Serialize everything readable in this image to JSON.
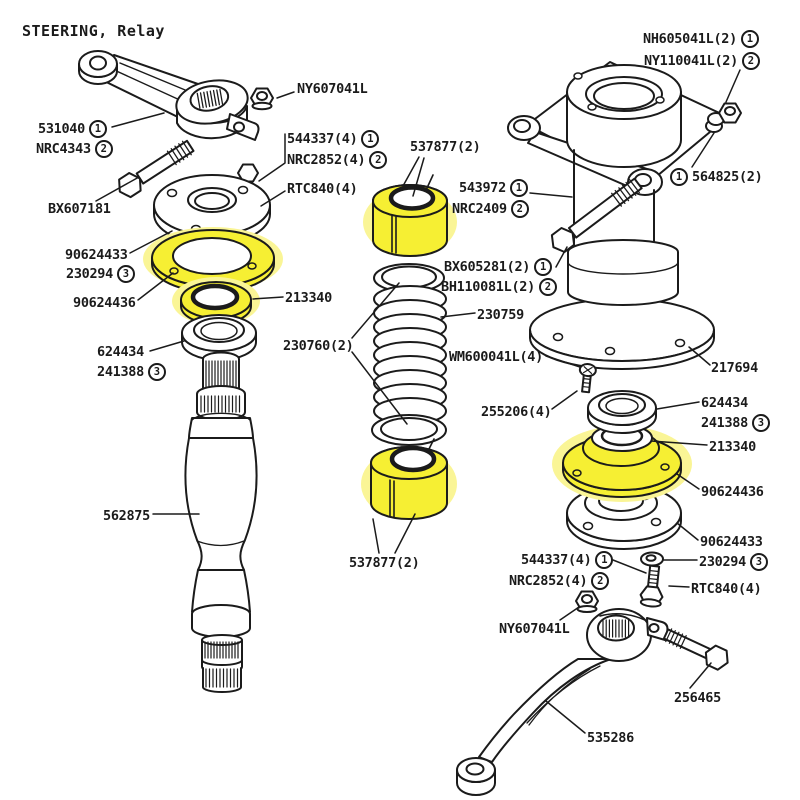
{
  "title": "STEERING, Relay",
  "colors": {
    "highlight_yellow": "#f6ef33",
    "glow_yellow": "#faf596",
    "ink": "#1b1b1b",
    "background": "#ffffff"
  },
  "labels": [
    {
      "text": "NY607041L"
    },
    {
      "text": "531040",
      "badge": "1"
    },
    {
      "text": "NRC4343",
      "badge": "2"
    },
    {
      "text": "544337(4)",
      "badge": "1"
    },
    {
      "text": "NRC2852(4)",
      "badge": "2"
    },
    {
      "text": "RTC840(4)"
    },
    {
      "text": "BX607181"
    },
    {
      "text": "537877(2)"
    },
    {
      "text": "543972",
      "badge": "1"
    },
    {
      "text": "NRC2409",
      "badge": "2"
    },
    {
      "text": "NH605041L(2)",
      "badge": "1"
    },
    {
      "text": "NY110041L(2)",
      "badge": "2"
    },
    {
      "pre": "1",
      "text": "564825(2)"
    },
    {
      "text": "90624433"
    },
    {
      "text": "230294",
      "badge": "3"
    },
    {
      "text": "90624436"
    },
    {
      "text": "213340"
    },
    {
      "text": "BX605281(2)",
      "badge": "1"
    },
    {
      "text": "BH110081L(2)",
      "badge": "2"
    },
    {
      "text": "230759"
    },
    {
      "text": "230760(2)"
    },
    {
      "text": "WM600041L(4)"
    },
    {
      "text": "624434"
    },
    {
      "text": "241388",
      "badge": "3"
    },
    {
      "text": "217694"
    },
    {
      "text": "255206(4)"
    },
    {
      "text": "624434"
    },
    {
      "text": "241388",
      "badge": "3"
    },
    {
      "text": "213340"
    },
    {
      "text": "90624436"
    },
    {
      "text": "562875"
    },
    {
      "text": "90624433"
    },
    {
      "text": "544337(4)",
      "badge": "1"
    },
    {
      "text": "230294",
      "badge": "3"
    },
    {
      "text": "NRC2852(4)",
      "badge": "2"
    },
    {
      "text": "RTC840(4)"
    },
    {
      "text": "537877(2)"
    },
    {
      "text": "NY607041L"
    },
    {
      "text": "256465"
    },
    {
      "text": "535286"
    }
  ]
}
